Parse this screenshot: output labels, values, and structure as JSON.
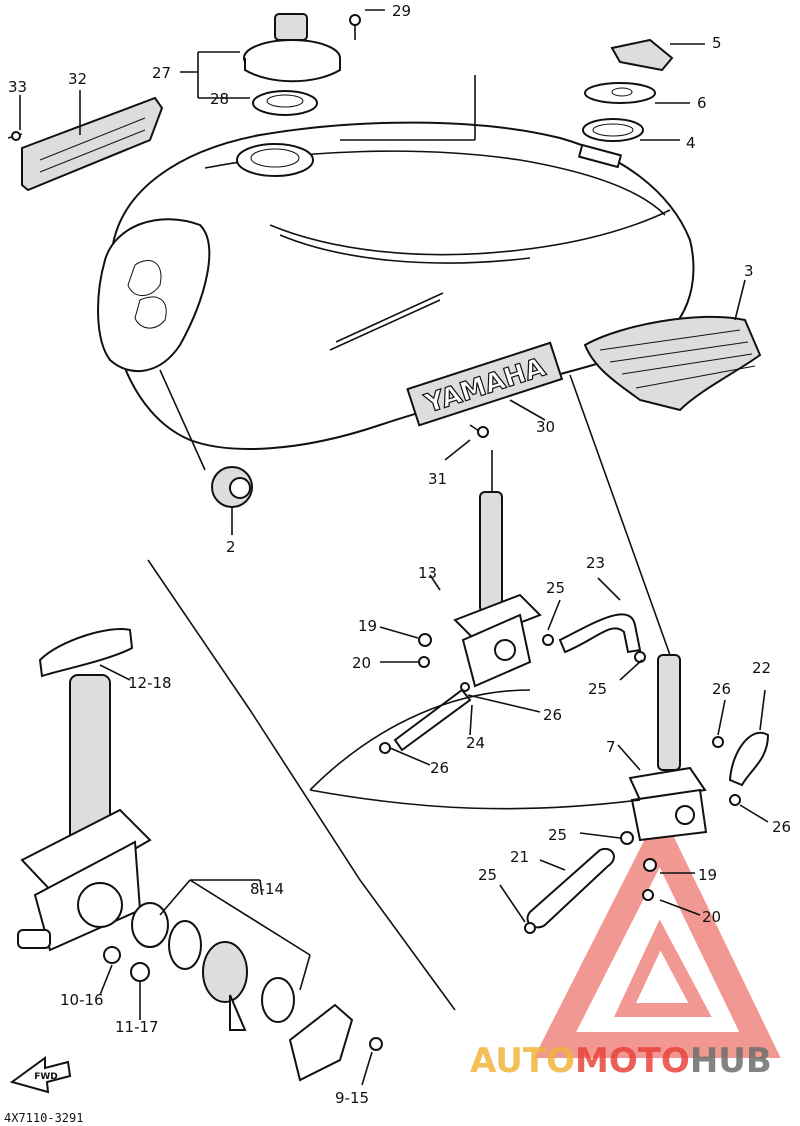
{
  "diagram": {
    "drawing_code": "4X7110-3291",
    "arrow_label": "FWD",
    "tank_emblem": "YAMAHA",
    "callouts": {
      "c2": "2",
      "c3": "3",
      "c4": "4",
      "c5": "5",
      "c6": "6",
      "c7": "7",
      "c8_14": "8-14",
      "c9_15": "9-15",
      "c10_16": "10-16",
      "c11_17": "11-17",
      "c12_18": "12-18",
      "c13": "13",
      "c19a": "19",
      "c19b": "19",
      "c20a": "20",
      "c20b": "20",
      "c21": "21",
      "c22": "22",
      "c23": "23",
      "c24": "24",
      "c25a": "25",
      "c25b": "25",
      "c25c": "25",
      "c25d": "25",
      "c26a": "26",
      "c26b": "26",
      "c26c": "26",
      "c26d": "26",
      "c27": "27",
      "c28": "28",
      "c29": "29",
      "c30": "30",
      "c31": "31",
      "c32": "32",
      "c33": "33"
    }
  },
  "watermark": {
    "part1": "AUTO",
    "part2": "MOTO",
    "part3": "HUB",
    "colors": {
      "auto": "#f0b43c",
      "moto": "#e8453c",
      "hub": "#6e6e6e",
      "logo": "#e8453c"
    }
  }
}
